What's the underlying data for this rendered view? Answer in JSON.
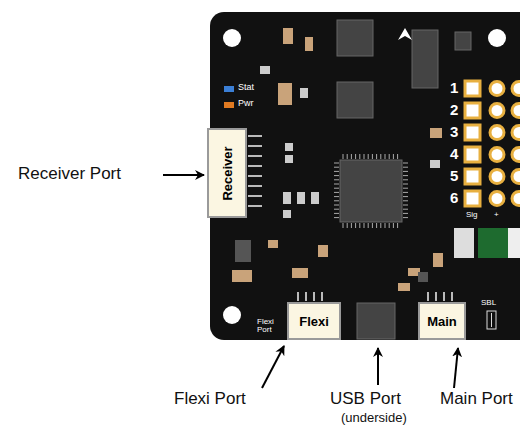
{
  "diagram": {
    "nodes": [
      {
        "text": [
          "Receiver"
        ]
      },
      {
        "text": [
          "Flexi"
        ]
      },
      {
        "text": [
          "Main"
        ]
      }
    ],
    "labels": [
      "Receiver Port",
      "Stat",
      "Pwr",
      "1",
      "2",
      "3",
      "4",
      "5",
      "6",
      "Sig",
      "+",
      "Flexi Port",
      "SBL",
      "Flexi Port",
      "USB Port",
      "(underside)",
      "Main Port"
    ]
  }
}
